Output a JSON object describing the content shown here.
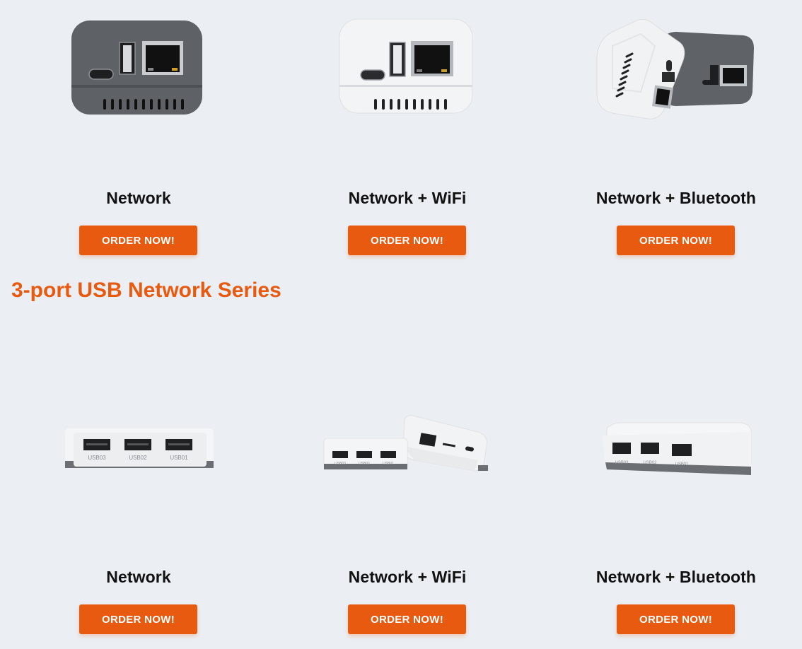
{
  "section1": {
    "products": [
      {
        "name": "Network",
        "button": "ORDER NOW!",
        "image": "gray-usb-network-adapter"
      },
      {
        "name": "Network + WiFi",
        "button": "ORDER NOW!",
        "image": "white-usb-network-adapter"
      },
      {
        "name": "Network + Bluetooth",
        "button": "ORDER NOW!",
        "image": "white-and-gray-adapters-pair"
      }
    ]
  },
  "section2": {
    "title": "3-port USB Network Series",
    "port_labels": [
      "USB03",
      "USB02",
      "USB01"
    ],
    "products": [
      {
        "name": "Network",
        "button": "ORDER NOW!",
        "image": "3-port-usb-hub-front"
      },
      {
        "name": "Network + WiFi",
        "button": "ORDER NOW!",
        "image": "3-port-usb-hub-pair"
      },
      {
        "name": "Network + Bluetooth",
        "button": "ORDER NOW!",
        "image": "3-port-usb-hub-angled"
      }
    ]
  },
  "colors": {
    "accent": "#e85a0f",
    "background": "#ebeff4",
    "text": "#111111"
  }
}
